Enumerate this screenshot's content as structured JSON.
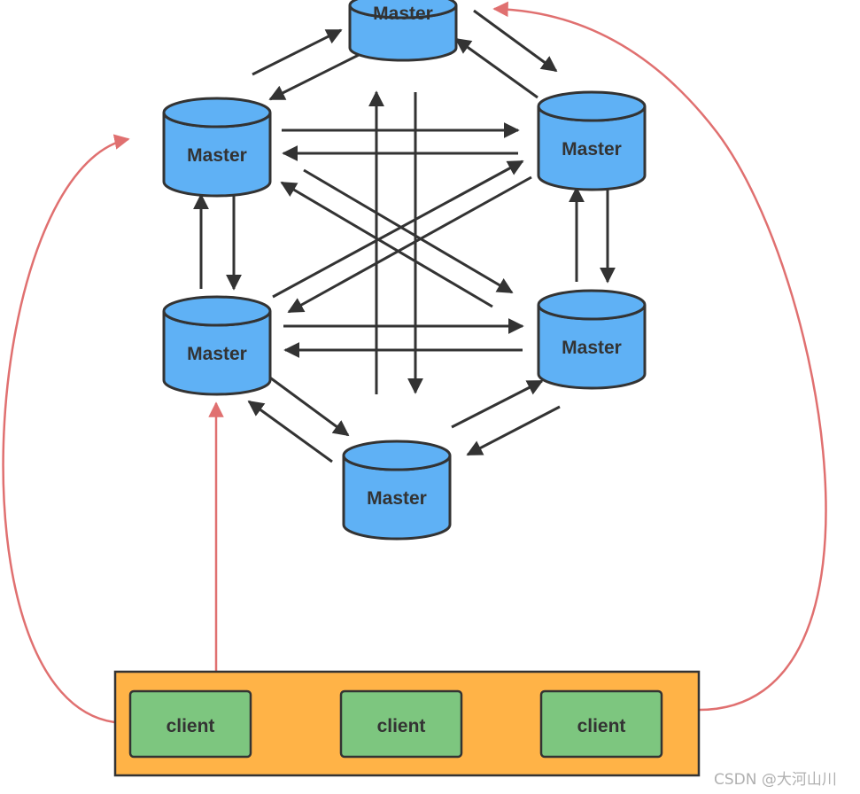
{
  "colors": {
    "master_fill": "#5fb1f5",
    "master_stroke": "#333333",
    "client_fill": "#7dc67f",
    "client_stroke": "#333333",
    "group_fill": "#ffb347",
    "group_stroke": "#333333",
    "arrow_dark": "#333333",
    "arrow_red": "#e07070"
  },
  "masters": [
    {
      "id": "top",
      "label": "Master"
    },
    {
      "id": "upper-left",
      "label": "Master"
    },
    {
      "id": "upper-right",
      "label": "Master"
    },
    {
      "id": "lower-left",
      "label": "Master"
    },
    {
      "id": "lower-right",
      "label": "Master"
    },
    {
      "id": "bottom",
      "label": "Master"
    }
  ],
  "clients": [
    {
      "label": "client"
    },
    {
      "label": "client"
    },
    {
      "label": "client"
    }
  ],
  "watermark": "CSDN @大河山川"
}
